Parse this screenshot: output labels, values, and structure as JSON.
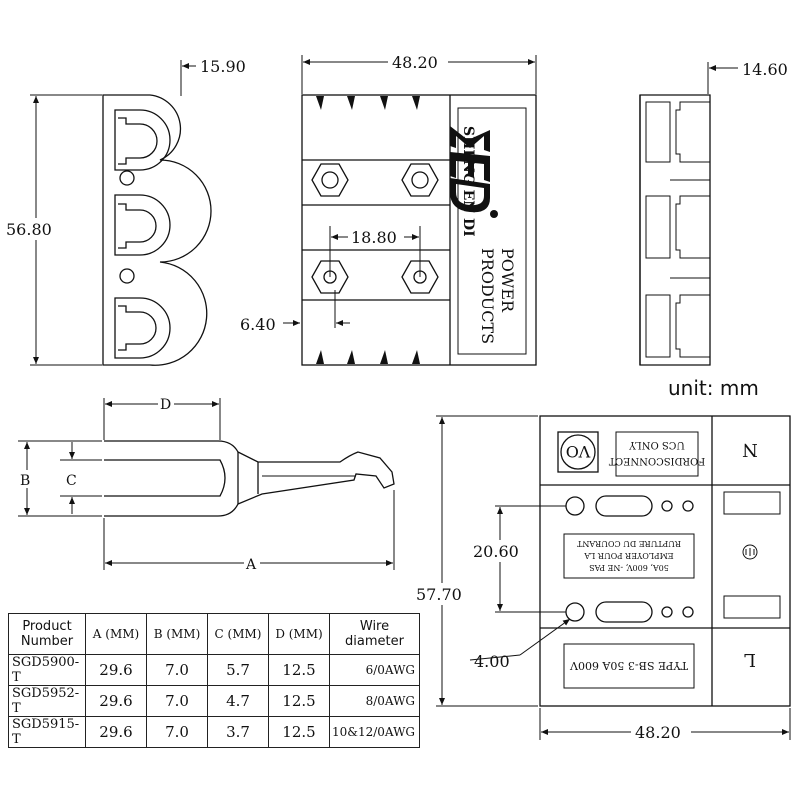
{
  "dimensions": {
    "side_width": "15.90",
    "side_height": "56.80",
    "front_width": "48.20",
    "pin_spacing": "18.80",
    "pin_offset": "6.40",
    "right_width": "14.60",
    "bottom_height": "57.70",
    "hole_spacing": "20.60",
    "hole_dia": "4.00",
    "bottom_width": "48.20"
  },
  "contact_labels": {
    "A": "A",
    "B": "B",
    "C": "C",
    "D": "D"
  },
  "brand": {
    "name": "SHENG EN DI",
    "logo": "SED",
    "power": "POWER",
    "products": "PRODUCTS"
  },
  "unit_label": "unit: mm",
  "housing_text": {
    "fordisconnect": "FORDISCONNECT",
    "ucs_only": "UCS ONLY",
    "text_50a": "50A, 600V, -NE  PAS",
    "text_employer": "EMPLOYER POUR LA",
    "text_rupture": "RUPTURE DU COURANT",
    "type": "TYPE SB-3 50A 600V",
    "n_label": "N",
    "l_label": "L",
    "vo_label": "VO"
  },
  "table": {
    "headers": [
      "Product Number",
      "A (MM)",
      "B (MM)",
      "C (MM)",
      "D (MM)",
      "Wire diameter"
    ],
    "rows": [
      [
        "SGD5900-T",
        "29.6",
        "7.0",
        "5.7",
        "12.5",
        "6/0AWG"
      ],
      [
        "SGD5952-T",
        "29.6",
        "7.0",
        "4.7",
        "12.5",
        "8/0AWG"
      ],
      [
        "SGD5915-T",
        "29.6",
        "7.0",
        "3.7",
        "12.5",
        "10&12/0AWG"
      ]
    ]
  }
}
